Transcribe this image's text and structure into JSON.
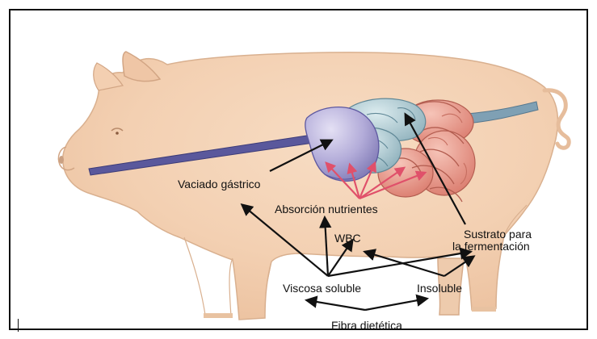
{
  "labels": {
    "gastric_emptying": "Vaciado gástrico",
    "nutrient_absorption": "Absorción nutrientes",
    "wbc": "WBC",
    "fermentation_substrate_line1": "Sustrato para",
    "fermentation_substrate_line2": "la fermentación",
    "viscous_soluble": "Viscosa soluble",
    "insoluble": "Insoluble",
    "dietary_fiber": "Fibra dietética"
  },
  "colors": {
    "pig_body": "#f4d3b6",
    "pig_outline": "#d9b08f",
    "esophagus": "#5b5aa0",
    "stomach": "#b6b0dc",
    "small_intestine": "#a9c6cf",
    "large_intestine": "#e59a8c",
    "rectum": "#7e9fb2",
    "arrow_black": "#111111",
    "arrow_red": "#e0506a"
  }
}
